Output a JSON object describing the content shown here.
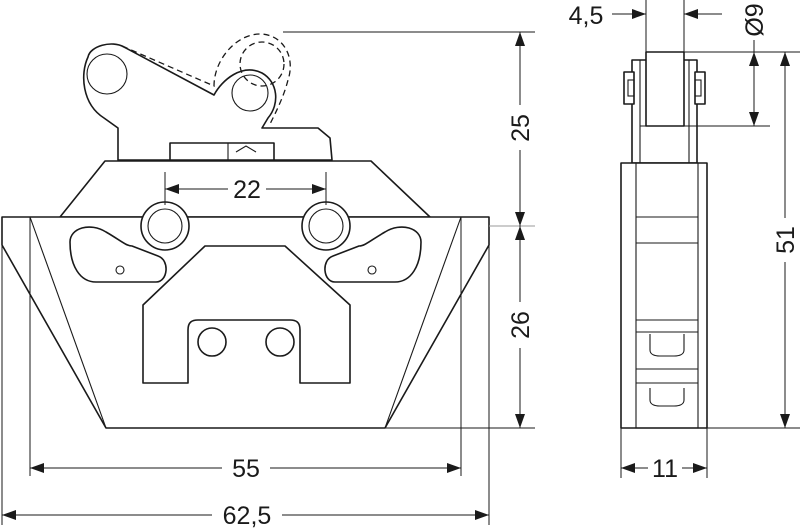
{
  "dimensions": {
    "roller_width": "4,5",
    "roller_diameter": "Ø9",
    "lever_height": "25",
    "upper_body_height": "26",
    "total_height": "51",
    "side_width": "11",
    "hole_spacing": "22",
    "inner_width": "55",
    "total_width": "62,5"
  }
}
